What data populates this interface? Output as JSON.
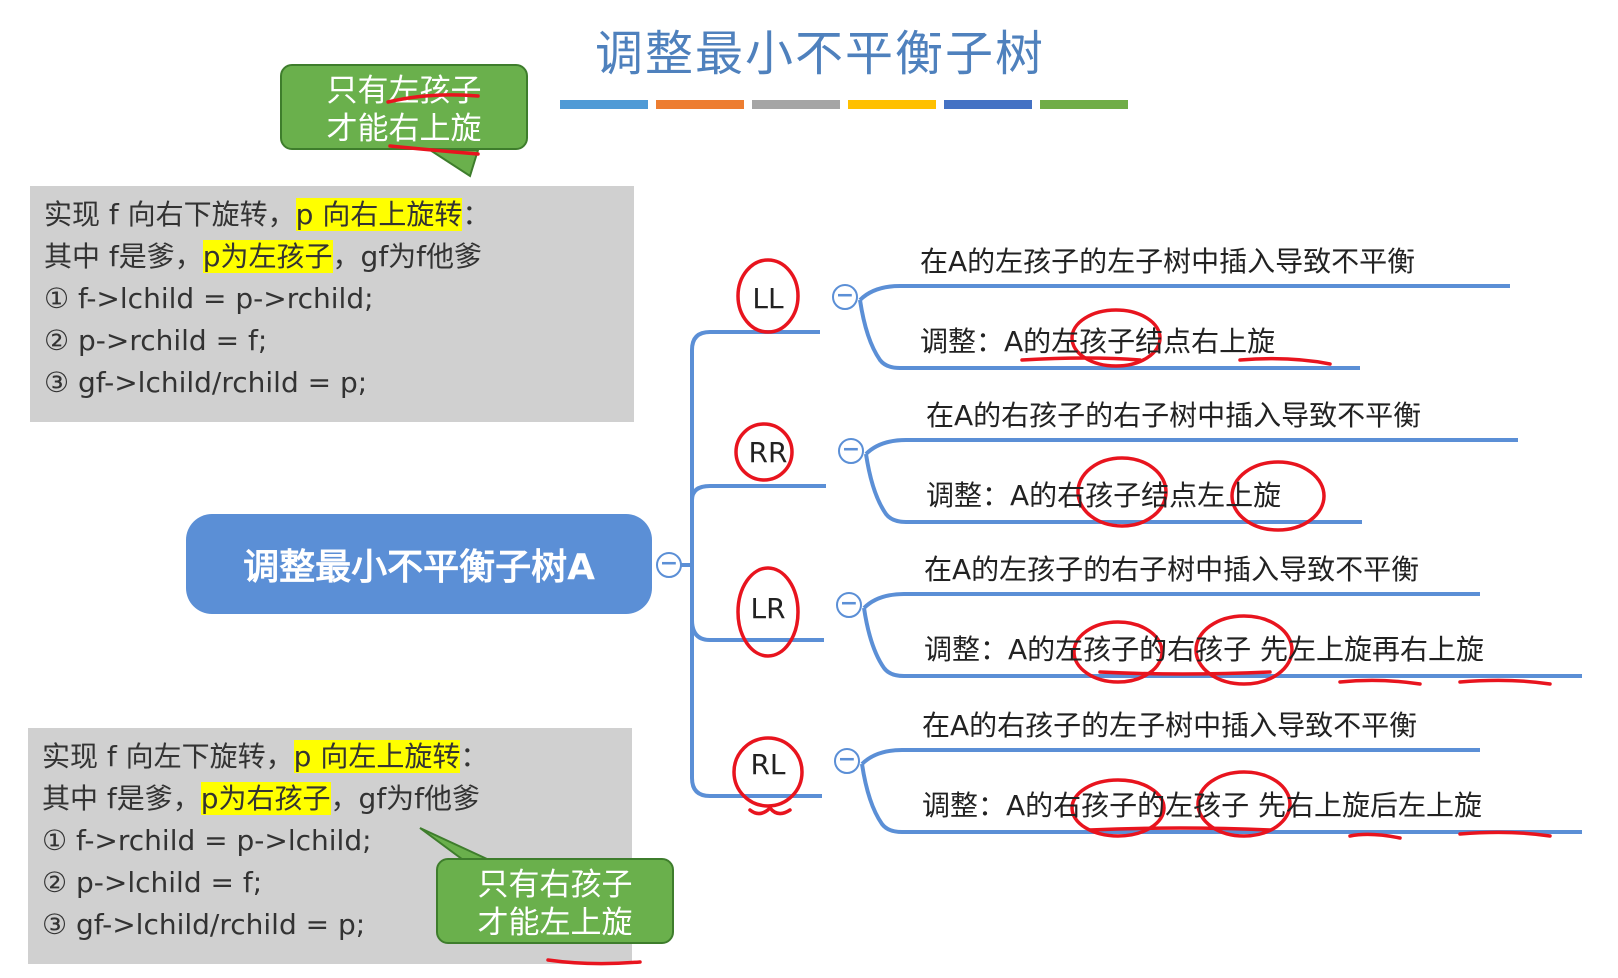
{
  "title": "调整最小不平衡子树",
  "colors": {
    "title": "#4f81bd",
    "stripes": [
      "#4f9ad6",
      "#ed7d31",
      "#a5a5a5",
      "#ffc000",
      "#4472c4",
      "#70ad47"
    ],
    "mindmap": "#5b8fd6",
    "callout": "#6ab04c",
    "highlight": "#ffff00",
    "ink": "#e8141e"
  },
  "callouts": {
    "top": [
      "只有左孩子",
      "才能右上旋"
    ],
    "bottom": [
      "只有右孩子",
      "才能左上旋"
    ]
  },
  "code_top": {
    "line1_pre": "实现 f 向右下旋转，",
    "line1_hl": "p 向右上旋转",
    "line1_post": "：",
    "line2_pre": "其中 f是爹，",
    "line2_hl": "p为左孩子",
    "line2_post": "，gf为f他爹",
    "line3": "① f->lchild = p->rchild;",
    "line4": "② p->rchild = f;",
    "line5": "③ gf->lchild/rchild = p;"
  },
  "code_bottom": {
    "line1_pre": "实现 f 向左下旋转，",
    "line1_hl": "p 向左上旋转",
    "line1_post": "：",
    "line2_pre": "其中 f是爹，",
    "line2_hl": "p为右孩子",
    "line2_post": "，gf为f他爹",
    "line3": "① f->rchild = p->lchild;",
    "line4": "② p->lchild = f;",
    "line5": "③ gf->lchild/rchild = p;"
  },
  "mindmap": {
    "root": "调整最小不平衡子树A",
    "collapse_symbol": "−",
    "branches": [
      {
        "label": "LL",
        "cause": "在A的左孩子的左子树中插入导致不平衡",
        "fix": "调整：A的左孩子结点右上旋"
      },
      {
        "label": "RR",
        "cause": "在A的右孩子的右子树中插入导致不平衡",
        "fix": "调整：A的右孩子结点左上旋"
      },
      {
        "label": "LR",
        "cause": "在A的左孩子的右子树中插入导致不平衡",
        "fix": "调整：A的左孩子的右孩子 先左上旋再右上旋"
      },
      {
        "label": "RL",
        "cause": "在A的右孩子的左子树中插入导致不平衡",
        "fix": "调整：A的右孩子的左孩子 先右上旋后左上旋"
      }
    ]
  }
}
